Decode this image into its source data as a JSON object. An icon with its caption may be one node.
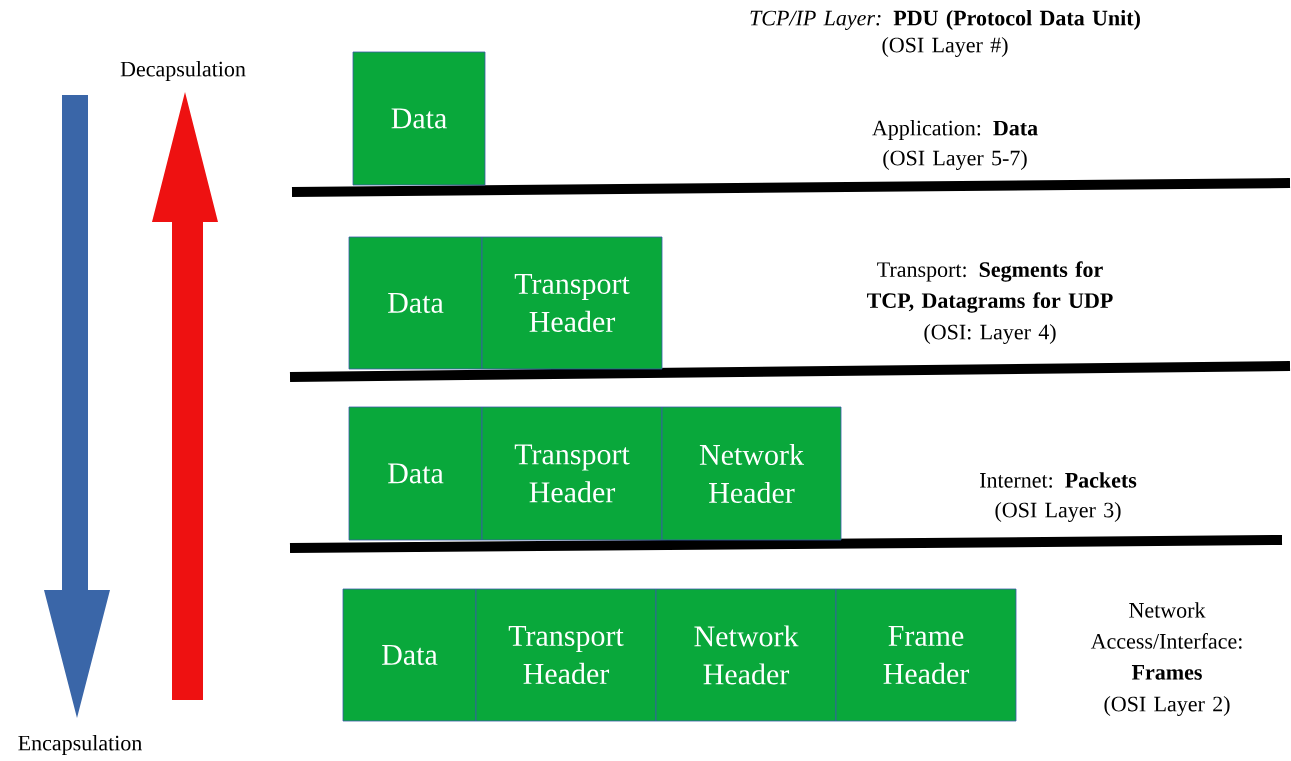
{
  "diagram": {
    "nodes": [
      {
        "text": [
          "Data"
        ]
      },
      {
        "text": [
          "Data"
        ]
      },
      {
        "text": [
          "Transport Header"
        ]
      },
      {
        "text": [
          "Data"
        ]
      },
      {
        "text": [
          "Transport Header"
        ]
      },
      {
        "text": [
          "Network Header"
        ]
      },
      {
        "text": [
          "Data"
        ]
      },
      {
        "text": [
          "Transport Header"
        ]
      },
      {
        "text": [
          "Network Header"
        ]
      },
      {
        "text": [
          "Frame Header"
        ]
      }
    ],
    "edges": [],
    "labels": [
      "*TCP/IP Layer:* **PDU (Protocol Data Unit)**",
      "(OSI Layer #)",
      "Decapsulation",
      "Application: **Data**",
      "(OSI Layer 5-7)",
      "Transport: **Segments for TCP, Datagrams for UDP**",
      "(OSI: Layer 4)",
      "Internet: **Packets**",
      "(OSI Layer 3)",
      "Network Access/Interface: **Frames**",
      "(OSI Layer 2)",
      "Encapsulation"
    ]
  }
}
